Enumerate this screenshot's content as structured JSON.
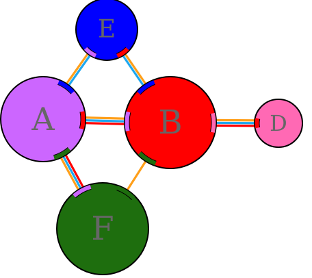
{
  "nodes": [
    {
      "id": "A",
      "label": "A",
      "color": "#cc66ff"
    },
    {
      "id": "B",
      "label": "B",
      "color": "#ff0000"
    },
    {
      "id": "D",
      "label": "D",
      "color": "#ff69b4"
    },
    {
      "id": "E",
      "label": "E",
      "color": "#0000ff"
    },
    {
      "id": "F",
      "label": "F",
      "color": "#1e6e0e"
    }
  ],
  "edges": [
    {
      "from": "A",
      "to": "E",
      "colors": [
        "#ff9f1a",
        "#1ea8f0"
      ]
    },
    {
      "from": "E",
      "to": "B",
      "colors": [
        "#ff9f1a",
        "#1ea8f0"
      ]
    },
    {
      "from": "A",
      "to": "B",
      "colors": [
        "#ff9f1a",
        "#1ea8f0",
        "#ff0000"
      ]
    },
    {
      "from": "B",
      "to": "D",
      "colors": [
        "#ff9f1a",
        "#1ea8f0",
        "#ff0000"
      ]
    },
    {
      "from": "A",
      "to": "F",
      "colors": [
        "#ff0000",
        "#1ea8f0",
        "#ff9f1a"
      ]
    },
    {
      "from": "B",
      "to": "F",
      "colors": [
        "#ff9f1a"
      ]
    }
  ],
  "port_markers": [
    {
      "node": "A",
      "toward": "E",
      "color": "#0000ff"
    },
    {
      "node": "A",
      "toward": "B",
      "color": "#ff0000"
    },
    {
      "node": "A",
      "toward": "F",
      "color": "#1e6e0e"
    },
    {
      "node": "B",
      "toward": "E",
      "color": "#0000ff"
    },
    {
      "node": "B",
      "toward": "A",
      "color": "#cc66ff"
    },
    {
      "node": "B",
      "toward": "D",
      "color": "#ff69b4"
    },
    {
      "node": "B",
      "toward": "F",
      "color": "#1e6e0e"
    },
    {
      "node": "D",
      "toward": "B",
      "color": "#ff0000"
    },
    {
      "node": "E",
      "toward": "A",
      "color": "#cc66ff"
    },
    {
      "node": "E",
      "toward": "B",
      "color": "#ff0000"
    },
    {
      "node": "F",
      "toward": "A",
      "color": "#cc66ff"
    },
    {
      "node": "F",
      "toward": "B",
      "color": "#1e6e0e"
    }
  ]
}
